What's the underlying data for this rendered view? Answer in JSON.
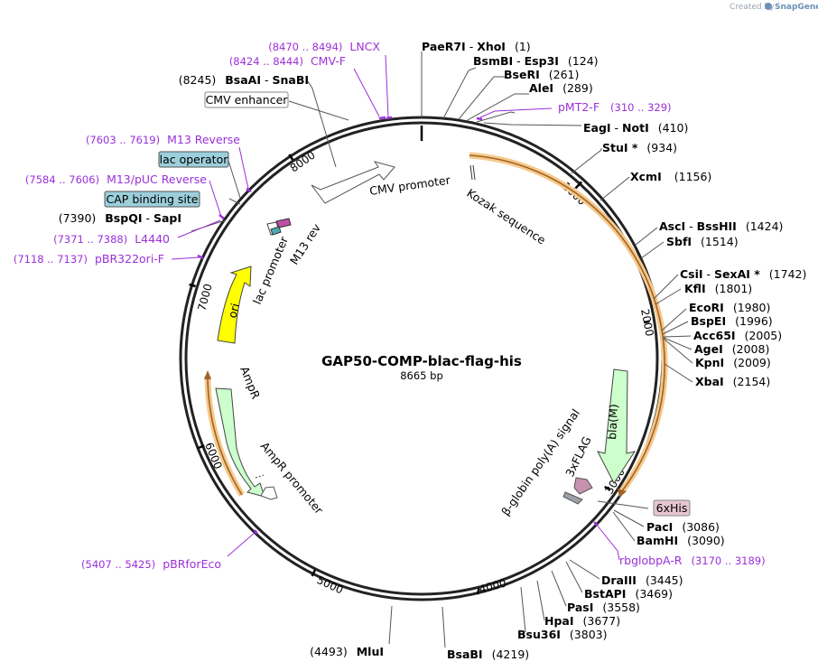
{
  "header": {
    "created_by": "Created by",
    "brand": "SnapGene"
  },
  "plasmid": {
    "name": "GAP50-COMP-blac-flag-his",
    "length_label": "8665 bp",
    "length": 8665
  },
  "tick_labels": [
    "1000",
    "2000",
    "3000",
    "4000",
    "5000",
    "6000",
    "7000",
    "8000"
  ],
  "enzymes": [
    {
      "name": "PaeR7I",
      "partner": "XhoI",
      "position": "(1)"
    },
    {
      "name": "BsmBI",
      "partner": "Esp3I",
      "position": "(124)"
    },
    {
      "name": "BseRI",
      "position": "(261)"
    },
    {
      "name": "AleI",
      "position": "(289)"
    },
    {
      "name": "EagI",
      "partner": "NotI",
      "position": "(410)"
    },
    {
      "name": "StuI *",
      "position": "(934)"
    },
    {
      "name": "XcmI",
      "position": "(1156)"
    },
    {
      "name": "AscI",
      "partner": "BssHII",
      "position": "(1424)"
    },
    {
      "name": "SbfI",
      "position": "(1514)"
    },
    {
      "name": "CsiI",
      "partner": "SexAI *",
      "position": "(1742)"
    },
    {
      "name": "KflI",
      "position": "(1801)"
    },
    {
      "name": "EcoRI",
      "position": "(1980)"
    },
    {
      "name": "BspEI",
      "position": "(1996)"
    },
    {
      "name": "Acc65I",
      "position": "(2005)"
    },
    {
      "name": "AgeI",
      "position": "(2008)"
    },
    {
      "name": "KpnI",
      "position": "(2009)"
    },
    {
      "name": "XbaI",
      "position": "(2154)"
    },
    {
      "name": "PacI",
      "position": "(3086)"
    },
    {
      "name": "BamHI",
      "position": "(3090)"
    },
    {
      "name": "DraIII",
      "position": "(3445)"
    },
    {
      "name": "BstAPI",
      "position": "(3469)"
    },
    {
      "name": "PasI",
      "position": "(3558)"
    },
    {
      "name": "HpaI",
      "position": "(3677)"
    },
    {
      "name": "Bsu36I",
      "position": "(3803)"
    },
    {
      "name": "BsaBI",
      "position": "(4219)"
    },
    {
      "name": "MluI",
      "position": "(4493)"
    },
    {
      "name": "BspQI",
      "partner": "SapI",
      "position": "(7390)"
    },
    {
      "name": "BsaAI",
      "partner": "SnaBI",
      "position": "(8245)"
    }
  ],
  "primers": [
    {
      "name": "LNCX",
      "range": "(8470 .. 8494)"
    },
    {
      "name": "CMV-F",
      "range": "(8424 .. 8444)"
    },
    {
      "name": "pMT2-F",
      "range": "(310 .. 329)"
    },
    {
      "name": "M13 Reverse",
      "range": "(7603 .. 7619)"
    },
    {
      "name": "M13/pUC Reverse",
      "range": "(7584 .. 7606)"
    },
    {
      "name": "L4440",
      "range": "(7371 .. 7388)"
    },
    {
      "name": "pBR322ori-F",
      "range": "(7118 .. 7137)"
    },
    {
      "name": "rbglobpA-R",
      "range": "(3170 .. 3189)"
    },
    {
      "name": "pBRforEco",
      "range": "(5407 .. 5425)"
    }
  ],
  "boxed_features": [
    {
      "label": "CMV enhancer"
    },
    {
      "label": "lac operator"
    },
    {
      "label": "CAP binding site"
    },
    {
      "label": "6xHis"
    }
  ],
  "features": [
    {
      "label": "CMV promoter"
    },
    {
      "label": "Kozak sequence"
    },
    {
      "label": "bla(M)"
    },
    {
      "label": "3xFLAG"
    },
    {
      "label": "β-globin poly(A) signal"
    },
    {
      "label": "AmpR"
    },
    {
      "label": "AmpR promoter"
    },
    {
      "label": "ori"
    },
    {
      "label": "lac promoter"
    },
    {
      "label": "M13 rev"
    }
  ],
  "colors": {
    "enzyme_text": "#000000",
    "primer": "#9b30d9",
    "orf_highlight": "#f5c98a",
    "orf_line": "#a0622a",
    "ori": "#ffff00",
    "ampr": "#ccffcc",
    "promoter": "#ffffff",
    "lac_box": "#9ccfdc",
    "his_box": "#e8c5d0",
    "flag": "#c792b0",
    "polyA": "#9aa0a6"
  }
}
